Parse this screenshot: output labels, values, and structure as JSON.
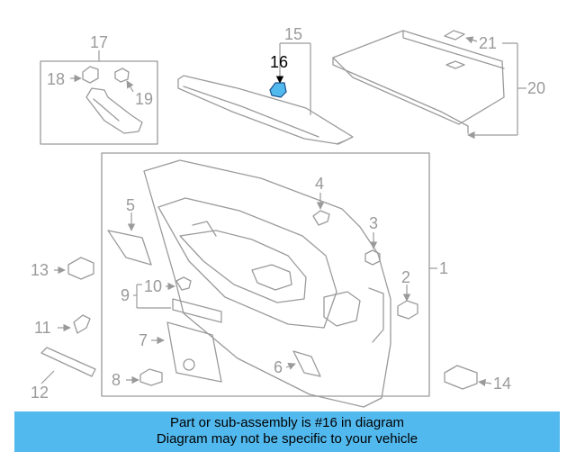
{
  "callouts": {
    "c1": "1",
    "c2": "2",
    "c3": "3",
    "c4": "4",
    "c5": "5",
    "c6": "6",
    "c7": "7",
    "c8": "8",
    "c9": "9",
    "c10": "10",
    "c11": "11",
    "c12": "12",
    "c13": "13",
    "c14": "14",
    "c15": "15",
    "c16": "16",
    "c17": "17",
    "c18": "18",
    "c19": "19",
    "c20": "20",
    "c21": "21"
  },
  "highlighted_part": "16",
  "colors": {
    "line": "#9a9a9a",
    "highlight_fill": "#52b9ef",
    "banner_bg": "#52b9ef"
  },
  "banner": {
    "line1": "Part or sub-assembly is #16 in diagram",
    "line2": "Diagram may not be specific to your vehicle"
  }
}
